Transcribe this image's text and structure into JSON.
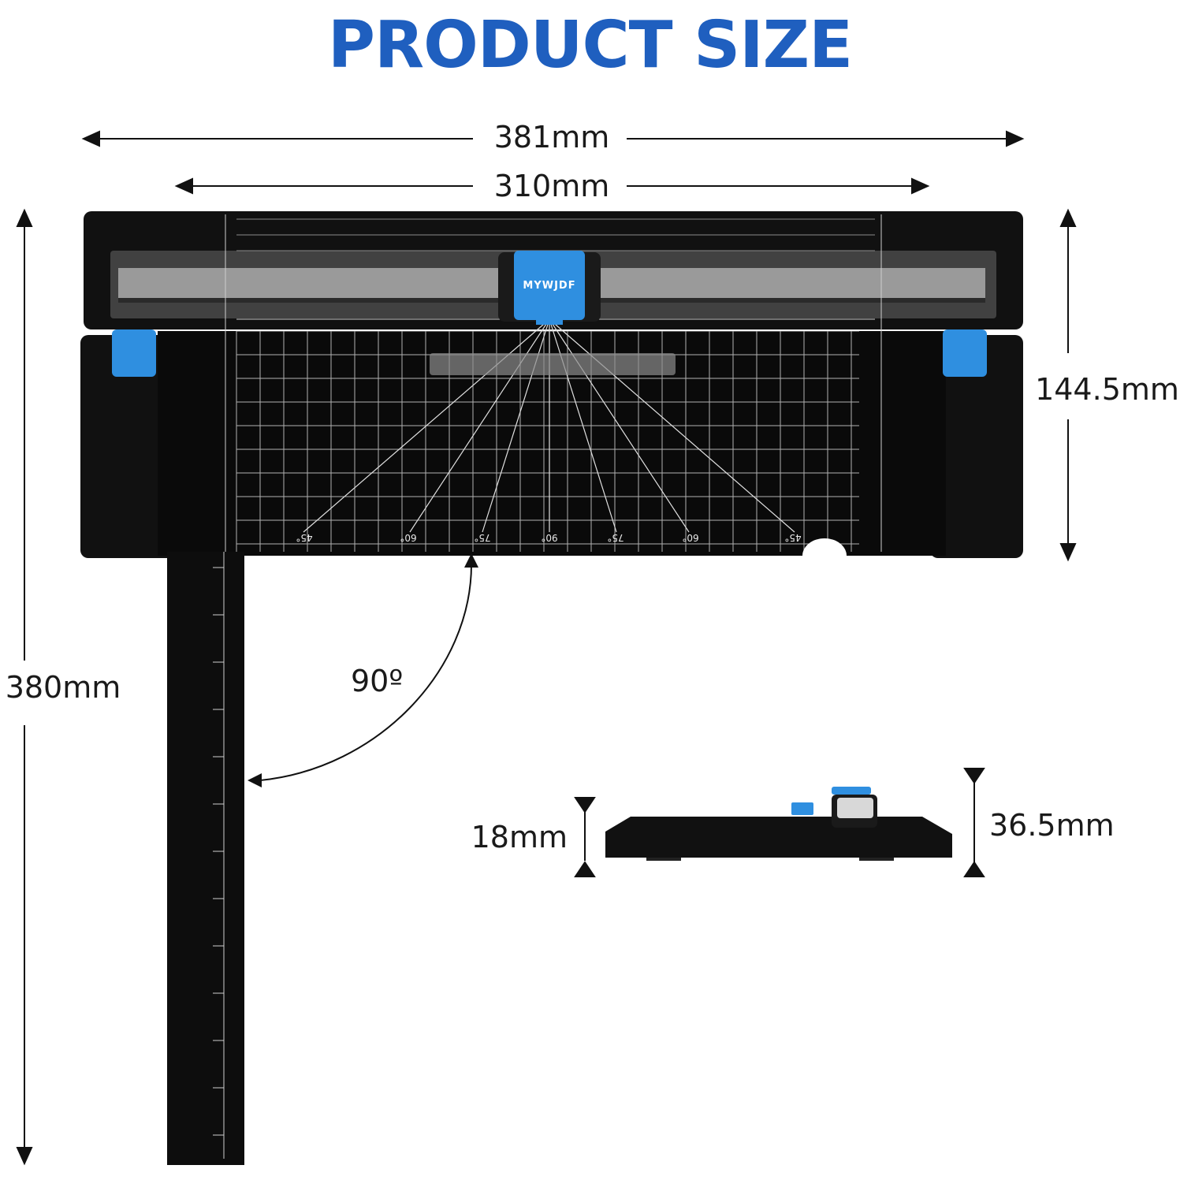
{
  "title": "PRODUCT SIZE",
  "brand": "MYWJDF",
  "dimensions": {
    "overall_width": "381mm",
    "cutting_length": "310mm",
    "depth": "144.5mm",
    "ruler_length": "380mm",
    "base_height": "18mm",
    "total_height": "36.5mm"
  },
  "angle_label": "90º",
  "angle_marks": [
    "45°",
    "60°",
    "75°",
    "90°",
    "75°",
    "60°",
    "45°"
  ],
  "colors": {
    "title": "#1f5fbf",
    "accent": "#2f8fe0",
    "body": "#111111",
    "grid": "#cfcfcf"
  }
}
